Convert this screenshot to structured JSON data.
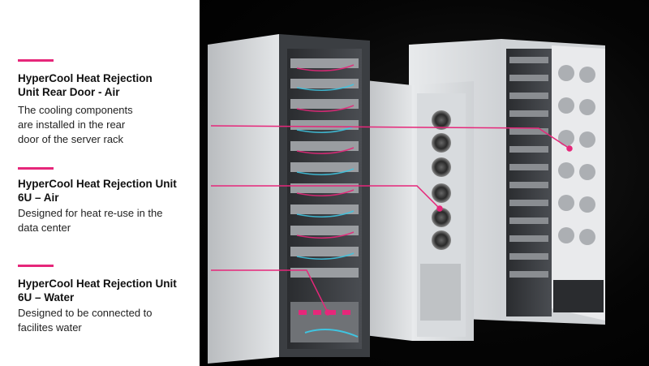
{
  "callouts": [
    {
      "heading_line1": "HyperCool Heat Rejection",
      "heading_line2": "Unit Rear Door - Air",
      "desc_line1": "The cooling components",
      "desc_line2": "are installed in the rear",
      "desc_line3": "door of the server rack"
    },
    {
      "heading_line1": "HyperCool Heat Rejection Unit",
      "heading_line2": "6U – Air",
      "desc_line1": "Designed for heat re-use in the",
      "desc_line2": "data center"
    },
    {
      "heading_line1": "HyperCool Heat Rejection Unit",
      "heading_line2": "6U – Water",
      "desc_line1": "Designed to be connected to",
      "desc_line2": "facilites water"
    }
  ],
  "colors": {
    "accent": "#e6277a",
    "panel": "#ffffff",
    "background": "#000000",
    "rack": "#d9dcde"
  }
}
